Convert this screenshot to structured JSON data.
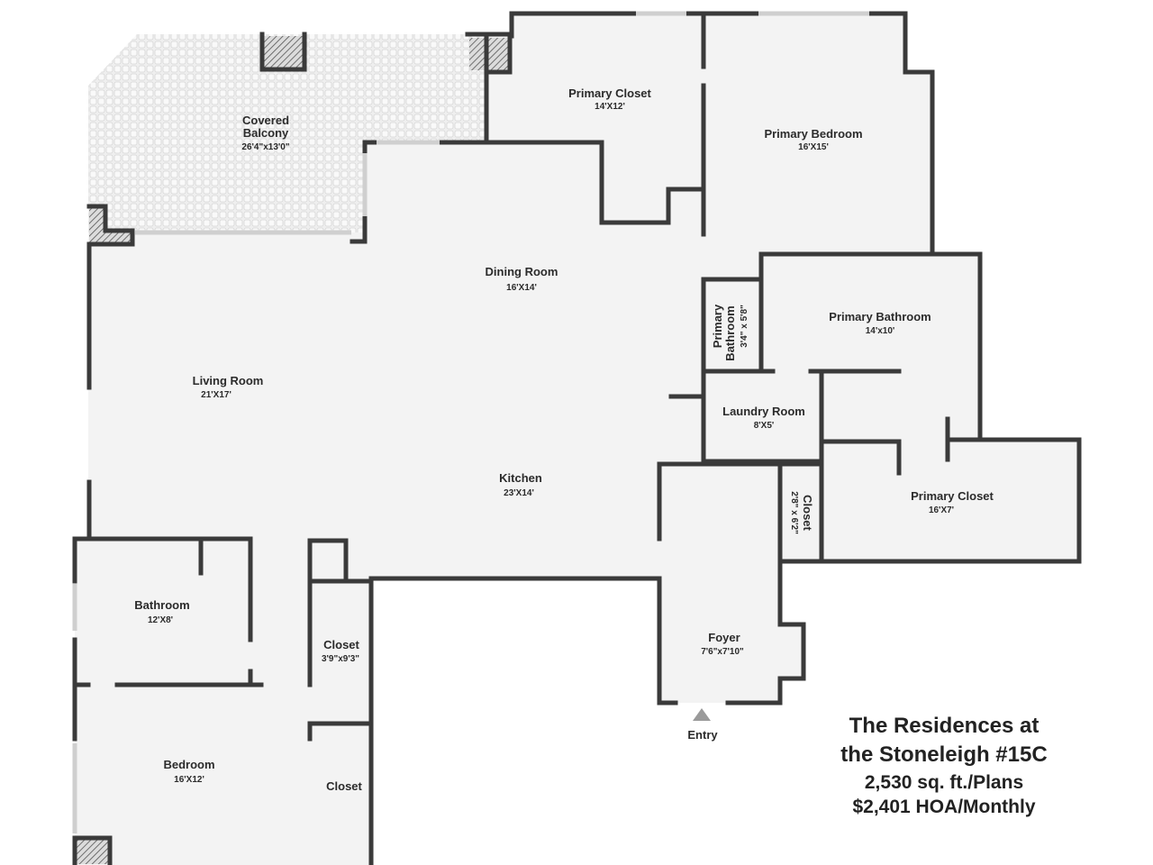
{
  "rooms": {
    "covered_balcony": {
      "name_line1": "Covered",
      "name_line2": "Balcony",
      "dims": "26'4\"x13'0\""
    },
    "primary_closet_top": {
      "name": "Primary Closet",
      "dims": "14'X12'"
    },
    "primary_bedroom": {
      "name": "Primary Bedroom",
      "dims": "16'X15'"
    },
    "dining_room": {
      "name": "Dining Room",
      "dims": "16'X14'"
    },
    "living_room": {
      "name": "Living Room",
      "dims": "21'X17'"
    },
    "primary_bathroom_small": {
      "name": "Primary",
      "name_line2": "Bathroom",
      "dims": "3'4\" x 5'8\""
    },
    "primary_bathroom": {
      "name": "Primary Bathroom",
      "dims": "14'x10'"
    },
    "laundry_room": {
      "name": "Laundry Room",
      "dims": "8'X5'"
    },
    "kitchen": {
      "name": "Kitchen",
      "dims": "23'X14'"
    },
    "closet_small": {
      "name": "Closet",
      "dims": "2'8\" x 6'2\""
    },
    "primary_closet_right": {
      "name": "Primary Closet",
      "dims": "16'X7'"
    },
    "bathroom": {
      "name": "Bathroom",
      "dims": "12'X8'"
    },
    "closet_mid": {
      "name": "Closet",
      "dims": "3'9\"x9'3\""
    },
    "foyer": {
      "name": "Foyer",
      "dims": "7'6\"x7'10\""
    },
    "bedroom": {
      "name": "Bedroom",
      "dims": "16'X12'"
    },
    "closet_bottom": {
      "name": "Closet"
    }
  },
  "entry_label": "Entry",
  "info": {
    "line1": "The Residences at",
    "line2": "the Stoneleigh #15C",
    "line3": "2,530 sq. ft./Plans",
    "line4": "$2,401 HOA/Monthly"
  },
  "colors": {
    "wall": "#3a3a3a",
    "floor": "#f3f3f3",
    "balcony": "#ececec",
    "text": "#2b2b2b"
  }
}
